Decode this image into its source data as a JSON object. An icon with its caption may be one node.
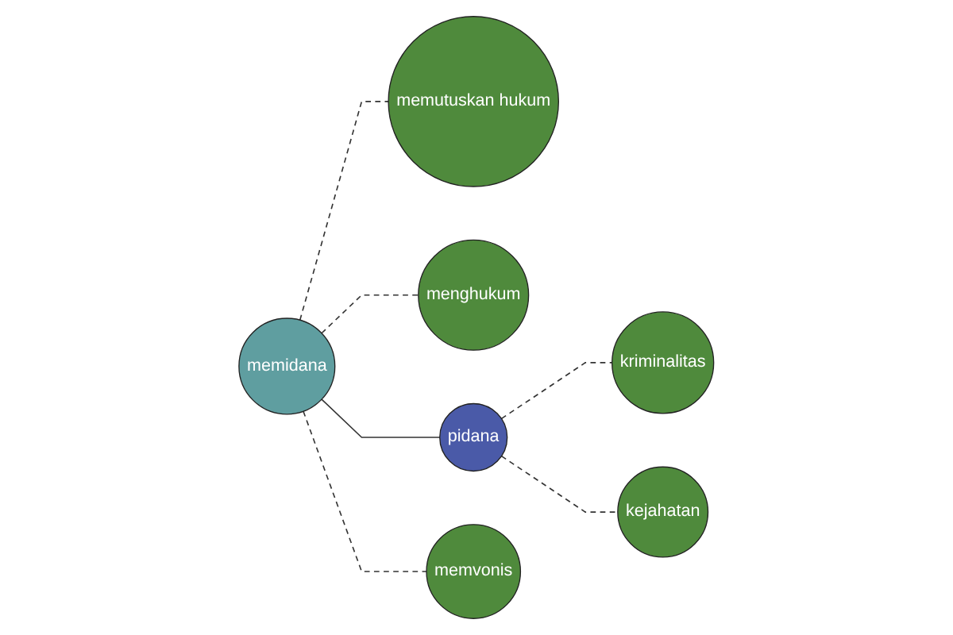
{
  "diagram": {
    "nodes": [
      {
        "text": [
          "memutuskan hukum"
        ]
      },
      {
        "text": [
          "menghukum"
        ]
      },
      {
        "text": [
          "memidana"
        ]
      },
      {
        "text": [
          "kriminalitas"
        ]
      },
      {
        "text": [
          "pidana"
        ]
      },
      {
        "text": [
          "memvonis"
        ]
      },
      {
        "text": [
          "kejahatan"
        ]
      }
    ],
    "edges": [
      {
        "from": 2,
        "to": 4,
        "arrow": "none"
      },
      {
        "from": 2,
        "to": 1,
        "arrow": "none",
        "style": "dashed"
      },
      {
        "from": 2,
        "to": 0,
        "arrow": "none",
        "style": "dashed"
      },
      {
        "from": 2,
        "to": 5,
        "arrow": "none",
        "style": "dashed"
      },
      {
        "from": 4,
        "to": 3,
        "arrow": "none",
        "style": "dashed"
      },
      {
        "from": 4,
        "to": 6,
        "arrow": "none",
        "style": "dashed"
      }
    ]
  }
}
